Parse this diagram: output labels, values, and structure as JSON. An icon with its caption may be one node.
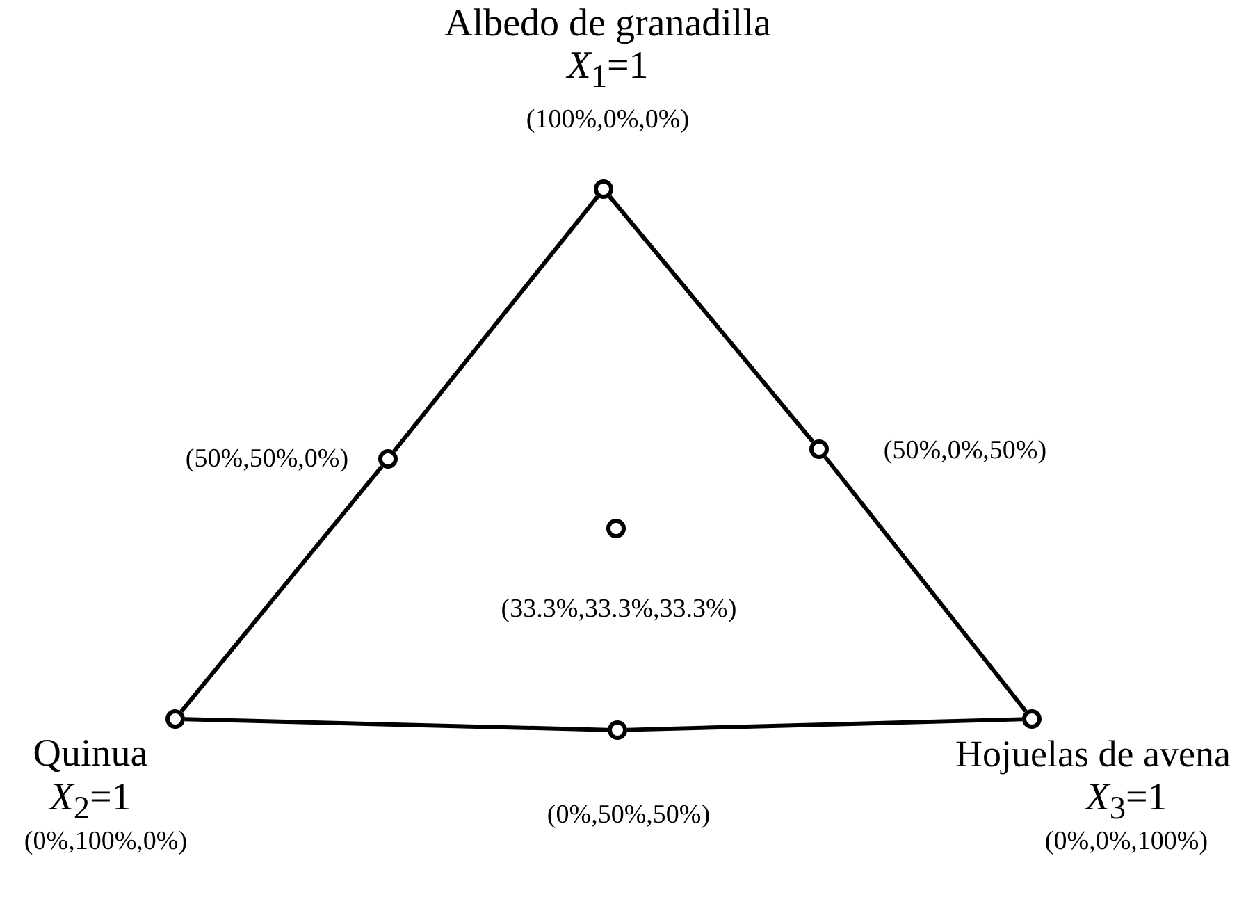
{
  "diagram": {
    "nodes": [
      {
        "text": [],
        "shape": "circle",
        "beside": [
          "Albedo de granadilla",
          "*X*$_{1}$=1",
          "(100%,0%,0%)"
        ]
      },
      {
        "text": [],
        "shape": "circle",
        "beside": [
          "(50%,50%,0%)"
        ]
      },
      {
        "text": [],
        "shape": "circle",
        "beside": [
          "(50%,0%,50%)"
        ]
      },
      {
        "text": [],
        "shape": "circle",
        "beside": [
          "(33.3%,33.3%,33.3%)"
        ]
      },
      {
        "text": [],
        "shape": "circle",
        "beside": [
          "Quinua",
          "*X*$_{2}$=1",
          "(0%,100%,0%)"
        ]
      },
      {
        "text": [],
        "shape": "circle",
        "beside": [
          "(0%,50%,50%)"
        ]
      },
      {
        "text": [],
        "shape": "circle",
        "beside": [
          "Hojuelas de avena",
          "*X*$_{3}$=1",
          "(0%,0%,100%)"
        ]
      }
    ],
    "edges": [
      {
        "from": 0,
        "to": 1,
        "arrow": "none"
      },
      {
        "from": 1,
        "to": 4,
        "arrow": "none"
      },
      {
        "from": 4,
        "to": 5,
        "arrow": "none"
      },
      {
        "from": 5,
        "to": 6,
        "arrow": "none"
      },
      {
        "from": 6,
        "to": 2,
        "arrow": "none"
      },
      {
        "from": 2,
        "to": 0,
        "arrow": "none"
      }
    ]
  }
}
